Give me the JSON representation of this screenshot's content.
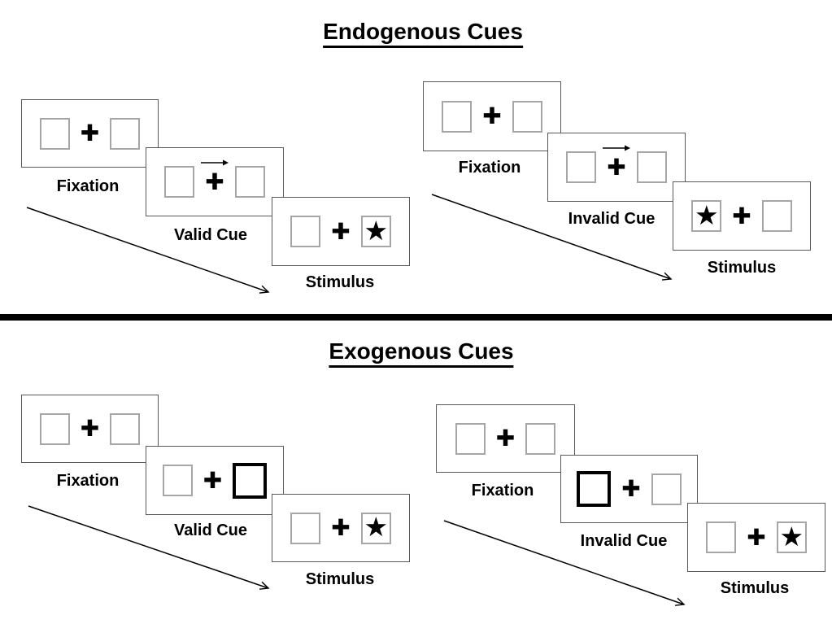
{
  "diagram": {
    "kind": "posner-cueing-paradigm",
    "background": "#ffffff"
  },
  "colors": {
    "ink": "#000000",
    "panel_border": "#595959",
    "box_border": "#a6a6a6",
    "divider": "#000000"
  },
  "icons": {
    "fixation_cross": "✚",
    "star": "★",
    "cue_arrow": "right-arrow",
    "timeline_arrow": "diagonal-down-right-arrow"
  },
  "sections": {
    "endogenous": {
      "title": "Endogenous Cues",
      "valid": {
        "labels": [
          "Fixation",
          "Valid Cue",
          "Stimulus"
        ]
      },
      "invalid": {
        "labels": [
          "Fixation",
          "Invalid Cue",
          "Stimulus"
        ]
      }
    },
    "exogenous": {
      "title": "Exogenous Cues",
      "valid": {
        "labels": [
          "Fixation",
          "Valid Cue",
          "Stimulus"
        ]
      },
      "invalid": {
        "labels": [
          "Fixation",
          "Invalid Cue",
          "Stimulus"
        ]
      }
    }
  }
}
